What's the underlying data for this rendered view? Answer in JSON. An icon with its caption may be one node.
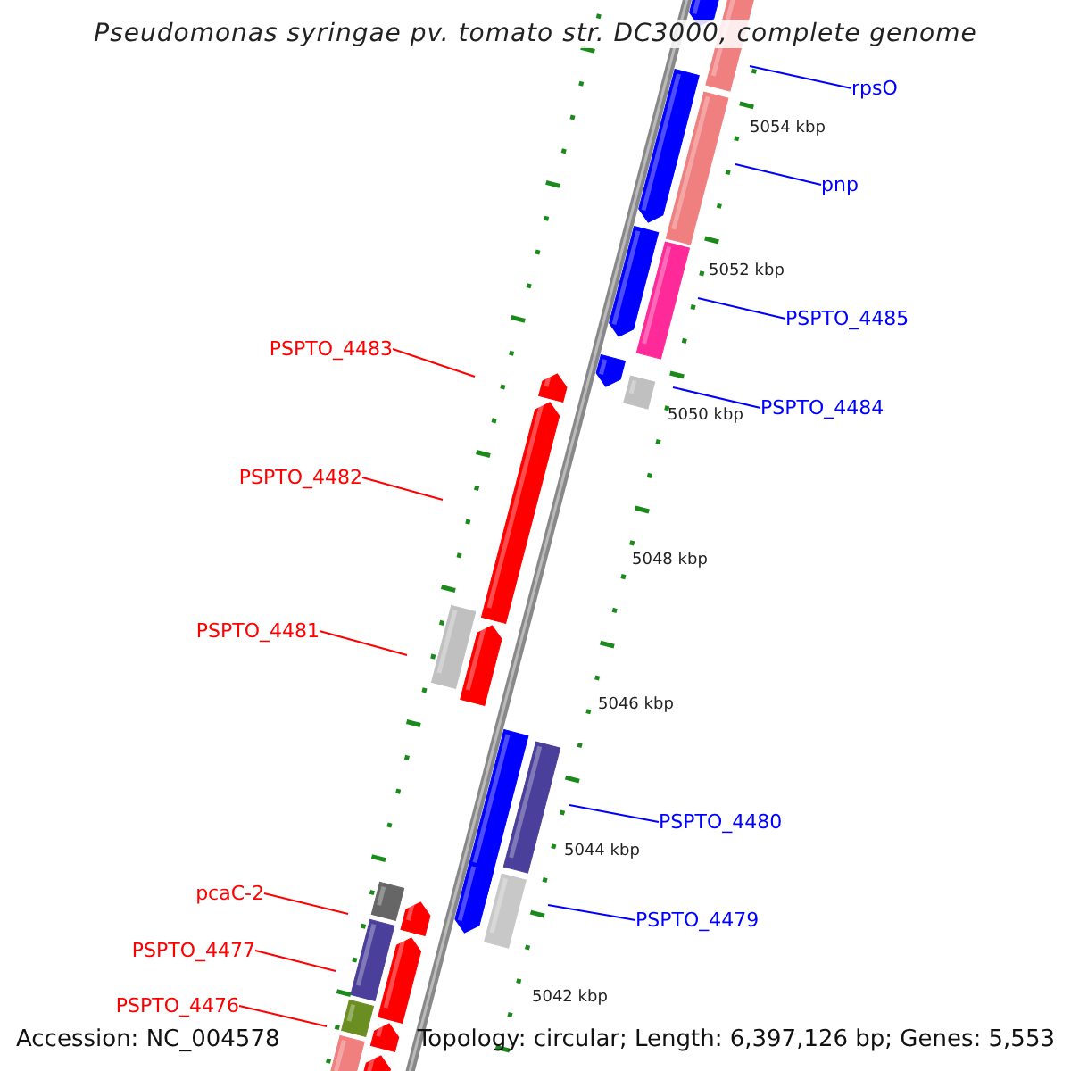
{
  "diagram": {
    "title": "Pseudomonas syringae pv. tomato str. DC3000, complete genome",
    "nodes": [
      {
        "text": [
          "rpsO"
        ]
      },
      {
        "text": [
          "pnp"
        ]
      },
      {
        "text": [
          "PSPTO_4485"
        ]
      },
      {
        "text": [
          "PSPTO_4483"
        ]
      },
      {
        "text": [
          "PSPTO_4484"
        ]
      },
      {
        "text": [
          "PSPTO_4482"
        ]
      },
      {
        "text": [
          "PSPTO_4481"
        ]
      },
      {
        "text": [
          "PSPTO_4480"
        ]
      },
      {
        "text": [
          "pcaC-2"
        ]
      },
      {
        "text": [
          "PSPTO_4479"
        ]
      },
      {
        "text": [
          "PSPTO_4477"
        ]
      },
      {
        "text": [
          "PSPTO_4476"
        ]
      }
    ],
    "edges": [
      {
        "from": 0,
        "to": null,
        "arrow": "none"
      },
      {
        "from": 1,
        "to": null,
        "arrow": "none"
      },
      {
        "from": 2,
        "to": null,
        "arrow": "none"
      },
      {
        "from": 3,
        "to": null,
        "arrow": "none",
        "color": "#ff0000"
      },
      {
        "from": 4,
        "to": null,
        "arrow": "none"
      },
      {
        "from": 5,
        "to": null,
        "arrow": "none",
        "color": "#ff0000"
      },
      {
        "from": 6,
        "to": null,
        "arrow": "none",
        "color": "#ff0000"
      },
      {
        "from": 7,
        "to": null,
        "arrow": "none"
      },
      {
        "from": 8,
        "to": null,
        "arrow": "none",
        "color": "#ff0000"
      },
      {
        "from": 9,
        "to": null,
        "arrow": "none"
      },
      {
        "from": 10,
        "to": null,
        "arrow": "none",
        "color": "#ff0000"
      },
      {
        "from": 11,
        "to": null,
        "arrow": "none",
        "color": "#ff0000"
      }
    ],
    "labels": [
      "5054 kbp",
      "5052 kbp",
      "5050 kbp",
      "5048 kbp",
      "5046 kbp",
      "5044 kbp",
      "5042 kbp",
      "Accession: NC_004578",
      "Topology: circular; Length: 6,397,126 bp; Genes: 5,553"
    ]
  }
}
